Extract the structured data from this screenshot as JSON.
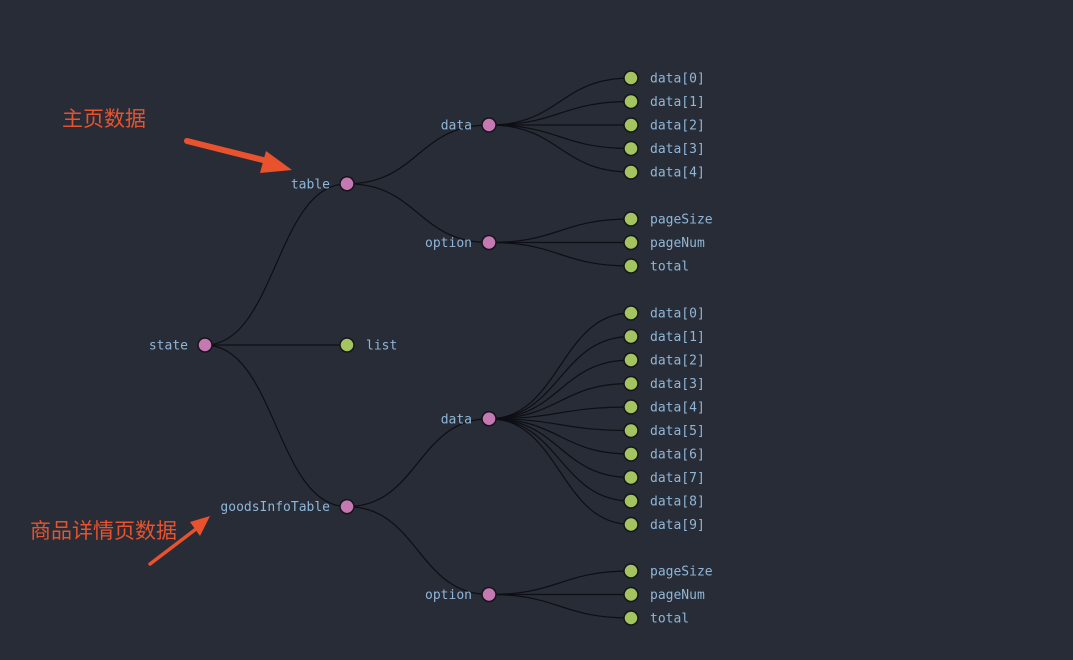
{
  "colors": {
    "background": "#282c36",
    "link": "#0d0f14",
    "branch_node": "#c678b3",
    "leaf_node": "#a3c45f",
    "node_stroke": "#14161b",
    "label": "#8fb6d8",
    "annotation": "#e9522d"
  },
  "tree": {
    "name": "state",
    "children": [
      {
        "name": "table",
        "children": [
          {
            "name": "data",
            "children": [
              {
                "name": "data[0]"
              },
              {
                "name": "data[1]"
              },
              {
                "name": "data[2]"
              },
              {
                "name": "data[3]"
              },
              {
                "name": "data[4]"
              }
            ]
          },
          {
            "name": "option",
            "children": [
              {
                "name": "pageSize"
              },
              {
                "name": "pageNum"
              },
              {
                "name": "total"
              }
            ]
          }
        ]
      },
      {
        "name": "list"
      },
      {
        "name": "goodsInfoTable",
        "children": [
          {
            "name": "data",
            "children": [
              {
                "name": "data[0]"
              },
              {
                "name": "data[1]"
              },
              {
                "name": "data[2]"
              },
              {
                "name": "data[3]"
              },
              {
                "name": "data[4]"
              },
              {
                "name": "data[5]"
              },
              {
                "name": "data[6]"
              },
              {
                "name": "data[7]"
              },
              {
                "name": "data[8]"
              },
              {
                "name": "data[9]"
              }
            ]
          },
          {
            "name": "option",
            "children": [
              {
                "name": "pageSize"
              },
              {
                "name": "pageNum"
              },
              {
                "name": "total"
              }
            ]
          }
        ]
      }
    ]
  },
  "annotations": {
    "home_data": "主页数据",
    "goods_detail_data": "商品详情页数据"
  }
}
